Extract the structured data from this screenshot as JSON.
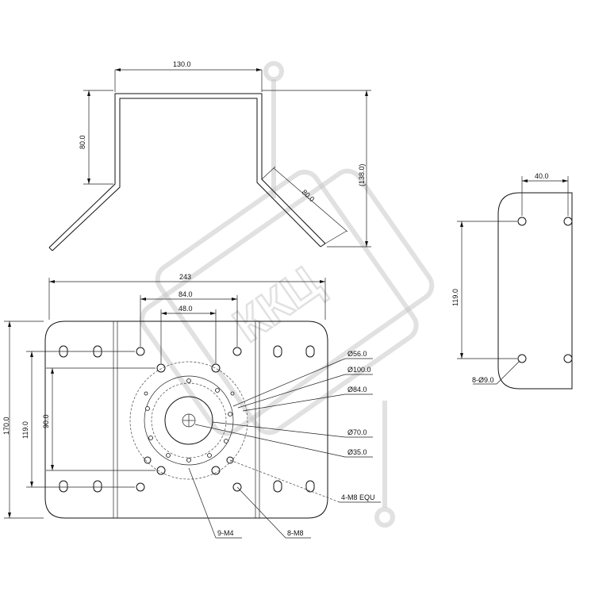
{
  "watermark": {
    "text": "ККЦ"
  },
  "top_view": {
    "width_label": "130.0",
    "height_label": "80.0",
    "slant_label": "80.0",
    "total_height_label": "(138.0)"
  },
  "side_view": {
    "spacing_label": "40.0",
    "height_label": "119.0",
    "holes_label": "8-Ø9.0"
  },
  "plate_view": {
    "width_label": "243",
    "span_84_label": "84.0",
    "span_48_label": "48.0",
    "height_170_label": "170.0",
    "height_119_label": "119.0",
    "height_90_label": "90.0",
    "callout_56": "Ø56.0",
    "callout_100": "Ø100.0",
    "callout_84": "Ø84.0",
    "callout_70": "Ø70.0",
    "callout_35": "Ø35.0",
    "callout_m8_equ": "4-M8 EQU",
    "callout_m4": "9-M4",
    "callout_m8": "8-M8"
  }
}
